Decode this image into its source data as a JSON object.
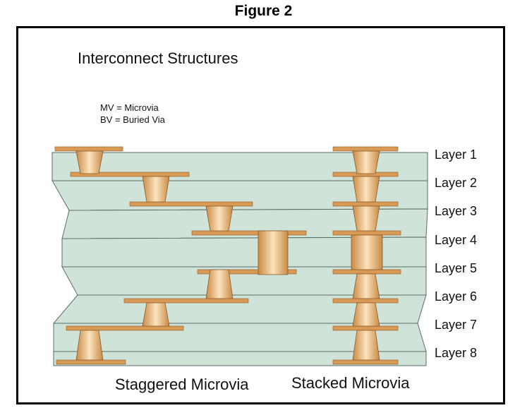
{
  "figure_title": "Figure 2",
  "title": "Interconnect Structures",
  "legend": [
    "MV = Microvia",
    "BV = Buried Via"
  ],
  "layers": [
    "Layer 1",
    "Layer 2",
    "Layer 3",
    "Layer 4",
    "Layer 5",
    "Layer 6",
    "Layer 7",
    "Layer 8"
  ],
  "captions": {
    "staggered": "Staggered Microvia",
    "stacked": "Stacked Microvia"
  },
  "colors": {
    "dielectric": "#cfe3d9",
    "dielectric_edge": "#5a6e66",
    "copper": "#d99a55",
    "copper_light": "#f4d2a3",
    "frame": "#000000"
  }
}
